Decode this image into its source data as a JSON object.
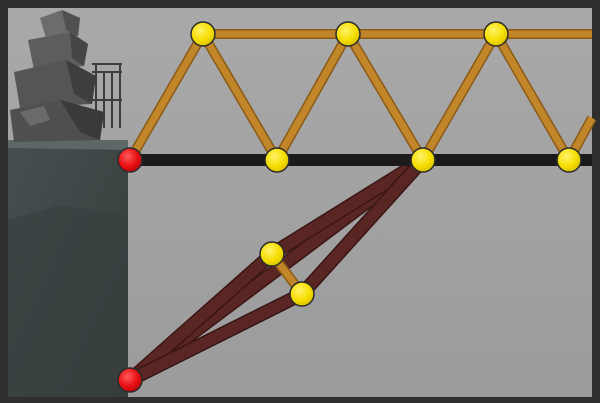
{
  "game": {
    "scene": "bridge-construction-editor",
    "colors": {
      "frame": "#2f2f2f",
      "sky_top": "#a9a9a9",
      "sky_bottom": "#9a9a9a",
      "cliff": "#3f4444",
      "cliff_dark": "#323737",
      "road_beam": "#1c1a1a",
      "wood_beam": "#c2862a",
      "wood_beam_edge": "#8a5a16",
      "steel_beam": "#5a2624",
      "steel_beam_edge": "#3a1615",
      "joint": "#f2dc00",
      "anchor": "#e80f12",
      "rock": "#5b5b5b"
    },
    "joints": [
      {
        "name": "anchor-upper-left",
        "type": "anchor"
      },
      {
        "name": "anchor-lower-left",
        "type": "anchor"
      },
      {
        "name": "top-joint-1",
        "type": "joint"
      },
      {
        "name": "top-joint-2",
        "type": "joint"
      },
      {
        "name": "top-joint-3",
        "type": "joint"
      },
      {
        "name": "deck-joint-1",
        "type": "joint"
      },
      {
        "name": "deck-joint-2",
        "type": "joint"
      },
      {
        "name": "deck-joint-3",
        "type": "joint"
      },
      {
        "name": "brace-joint-upper",
        "type": "joint"
      },
      {
        "name": "brace-joint-lower",
        "type": "joint"
      }
    ],
    "beams": {
      "road": "road",
      "wood": "wood",
      "steel": "steel"
    }
  }
}
